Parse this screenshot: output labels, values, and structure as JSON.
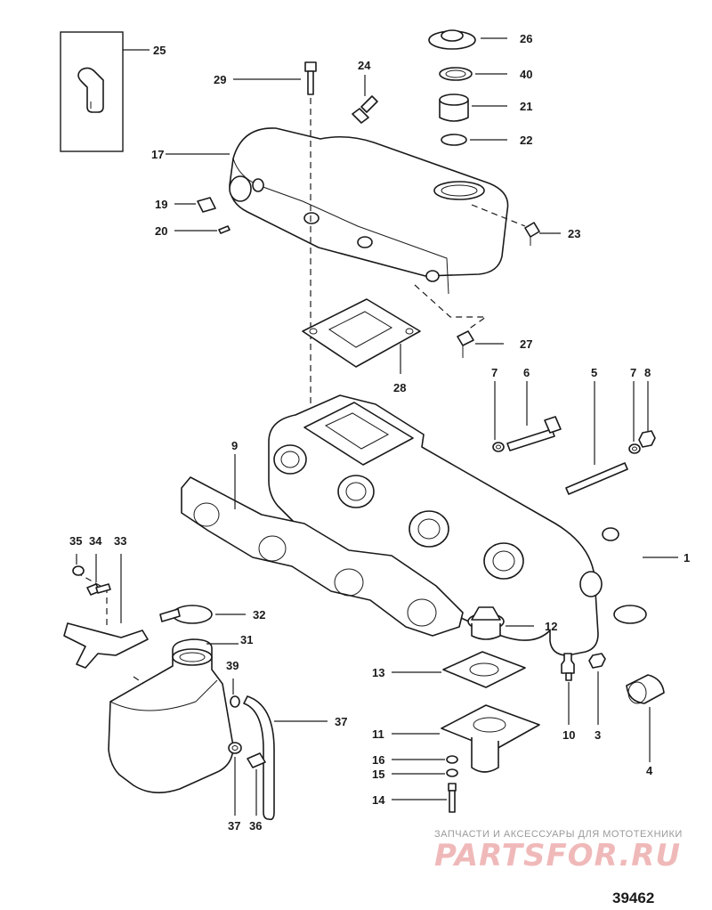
{
  "callouts": [
    {
      "id": "c25",
      "text": "25"
    },
    {
      "id": "c26",
      "text": "26"
    },
    {
      "id": "c29",
      "text": "29"
    },
    {
      "id": "c24",
      "text": "24"
    },
    {
      "id": "c40",
      "text": "40"
    },
    {
      "id": "c21",
      "text": "21"
    },
    {
      "id": "c22",
      "text": "22"
    },
    {
      "id": "c17",
      "text": "17"
    },
    {
      "id": "c19",
      "text": "19"
    },
    {
      "id": "c20",
      "text": "20"
    },
    {
      "id": "c23",
      "text": "23"
    },
    {
      "id": "c27",
      "text": "27"
    },
    {
      "id": "c28",
      "text": "28"
    },
    {
      "id": "c7a",
      "text": "7"
    },
    {
      "id": "c6",
      "text": "6"
    },
    {
      "id": "c5",
      "text": "5"
    },
    {
      "id": "c7b",
      "text": "7"
    },
    {
      "id": "c8",
      "text": "8"
    },
    {
      "id": "c9",
      "text": "9"
    },
    {
      "id": "c1",
      "text": "1"
    },
    {
      "id": "c35",
      "text": "35"
    },
    {
      "id": "c34",
      "text": "34"
    },
    {
      "id": "c33",
      "text": "33"
    },
    {
      "id": "c32",
      "text": "32"
    },
    {
      "id": "c12",
      "text": "12"
    },
    {
      "id": "c31",
      "text": "31"
    },
    {
      "id": "c39",
      "text": "39"
    },
    {
      "id": "c13",
      "text": "13"
    },
    {
      "id": "c10",
      "text": "10"
    },
    {
      "id": "c3",
      "text": "3"
    },
    {
      "id": "c4",
      "text": "4"
    },
    {
      "id": "c37a",
      "text": "37"
    },
    {
      "id": "c11",
      "text": "11"
    },
    {
      "id": "c16",
      "text": "16"
    },
    {
      "id": "c15",
      "text": "15"
    },
    {
      "id": "c14",
      "text": "14"
    },
    {
      "id": "c37b",
      "text": "37"
    },
    {
      "id": "c36",
      "text": "36"
    }
  ],
  "watermark": {
    "tagline": "ЗАПЧАСТИ И АКСЕССУАРЫ ДЛЯ МОТОТЕХНИКИ",
    "logo": "PARTSFOR.RU",
    "logo_color": "#f0b9b9"
  },
  "figure_number": "39462"
}
